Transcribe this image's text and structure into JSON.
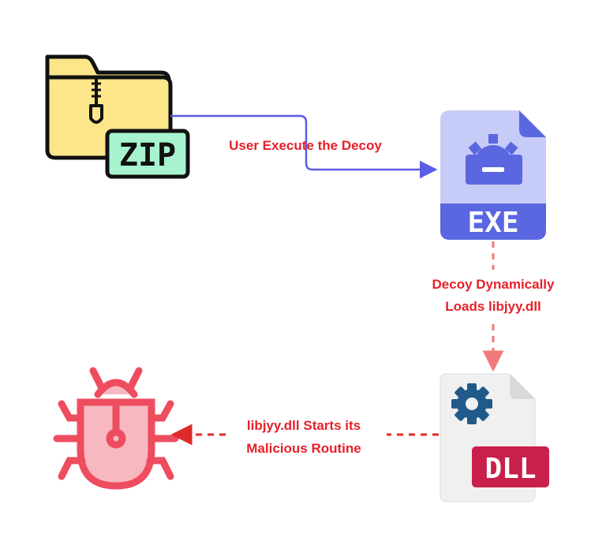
{
  "zip": {
    "text": "ZIP"
  },
  "exe": {
    "text": "EXE"
  },
  "dll": {
    "text": "DLL"
  },
  "steps": {
    "user_execute": "User Execute the Decoy",
    "decoy_loads_line1": "Decoy Dynamically",
    "decoy_loads_line2": "Loads libjyy.dll",
    "dll_starts_line1": "libjyy.dll Starts its",
    "dll_starts_line2": "Malicious Routine"
  },
  "colors": {
    "arrow_blue": "#5b5ce8",
    "arrow_pink": "#f07b7b",
    "arrow_red": "#e02a2a",
    "label_red": "#e8202a",
    "folder_yellow": "#fde68a",
    "zip_mint": "#a7f3d0",
    "exe_lavender": "#c7cbf7",
    "exe_blue": "#5a67e0",
    "dll_crimson": "#c8204a",
    "gear_navy": "#1f5a8a",
    "bug_red": "#ee4d5f",
    "bug_pink": "#f8b8c0"
  },
  "icons": [
    "zip-folder-icon",
    "exe-file-icon",
    "dll-file-icon",
    "bug-icon"
  ]
}
